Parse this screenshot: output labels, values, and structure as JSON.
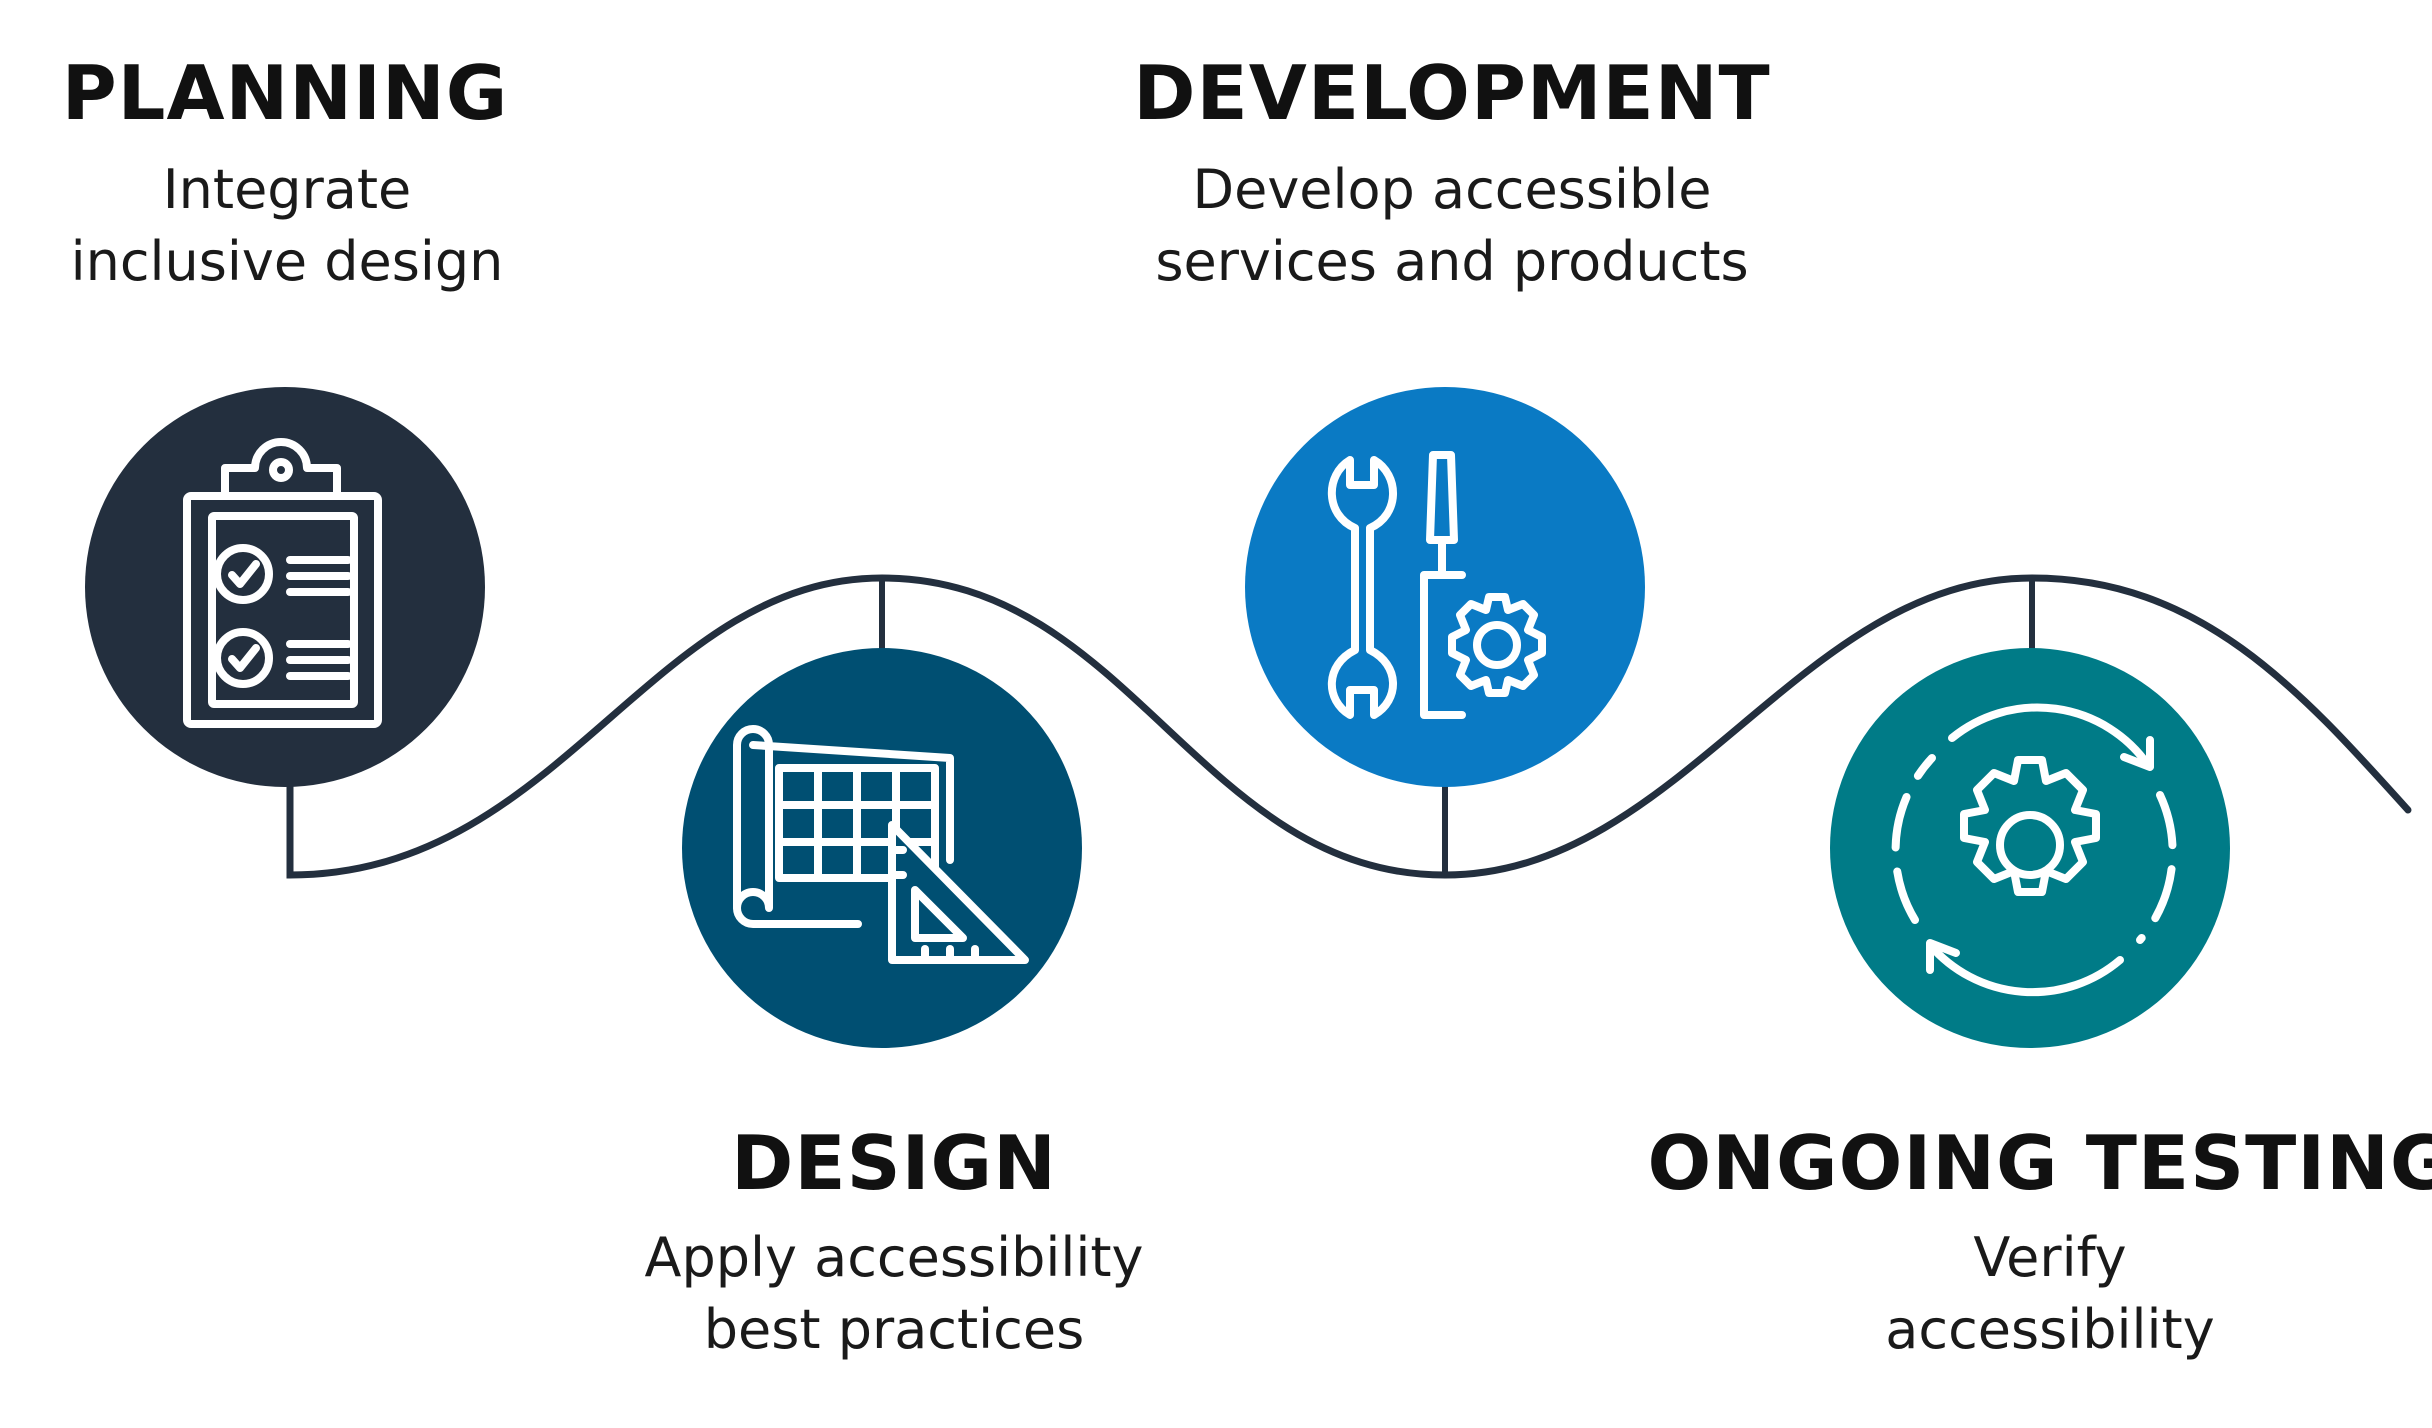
{
  "colors": {
    "planning": "#232f3e",
    "design": "#004f72",
    "development": "#0a7ac4",
    "testing": "#007b87",
    "wave": "#232f3e",
    "text": "#111111"
  },
  "stages": [
    {
      "title": "PLANNING",
      "description": [
        "Integrate",
        "inclusive design"
      ],
      "icon": "clipboard-checklist-icon",
      "color": "#232f3e"
    },
    {
      "title": "DESIGN",
      "description": [
        "Apply accessibility",
        "best practices"
      ],
      "icon": "blueprint-set-square-icon",
      "color": "#004f72"
    },
    {
      "title": "DEVELOPMENT",
      "description": [
        "Develop accessible",
        "services and products"
      ],
      "icon": "wrench-screwdriver-gear-icon",
      "color": "#0a7ac4"
    },
    {
      "title": "ONGOING TESTING",
      "description": [
        "Verify",
        "accessibility"
      ],
      "icon": "cycle-gear-icon",
      "color": "#007b87"
    }
  ]
}
